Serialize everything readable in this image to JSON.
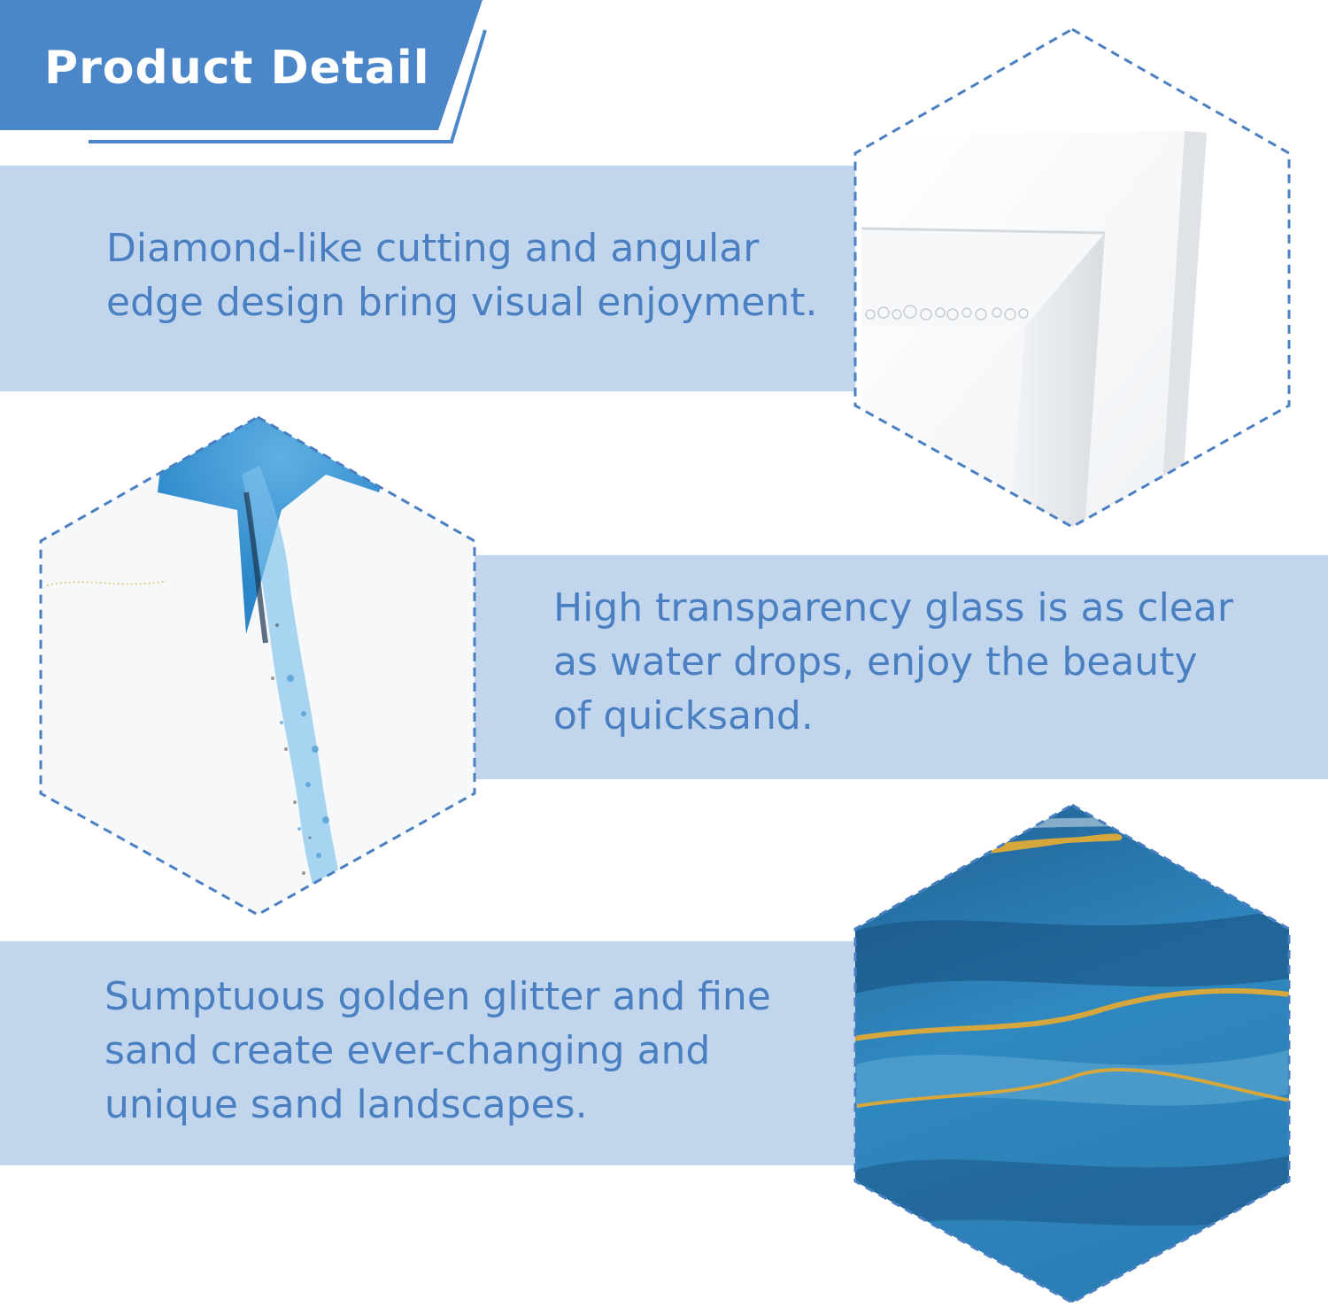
{
  "header": {
    "title": "Product Detail"
  },
  "colors": {
    "banner_blue": "#4a86c8",
    "band_blue": "#c1d6ed",
    "text_blue": "#4a7fc1",
    "dash_blue": "#4a7fc1"
  },
  "features": [
    {
      "text": "Diamond-like cutting and angular\nedge design bring visual enjoyment.",
      "image": "clear-glass-angular-edge"
    },
    {
      "text": "High transparency glass is as clear\nas water drops, enjoy the beauty\nof quicksand.",
      "image": "blue-quicksand-on-white"
    },
    {
      "text": "Sumptuous golden glitter and fine\nsand create ever-changing and\nunique sand landscapes.",
      "image": "blue-marble-gold-glitter"
    }
  ]
}
